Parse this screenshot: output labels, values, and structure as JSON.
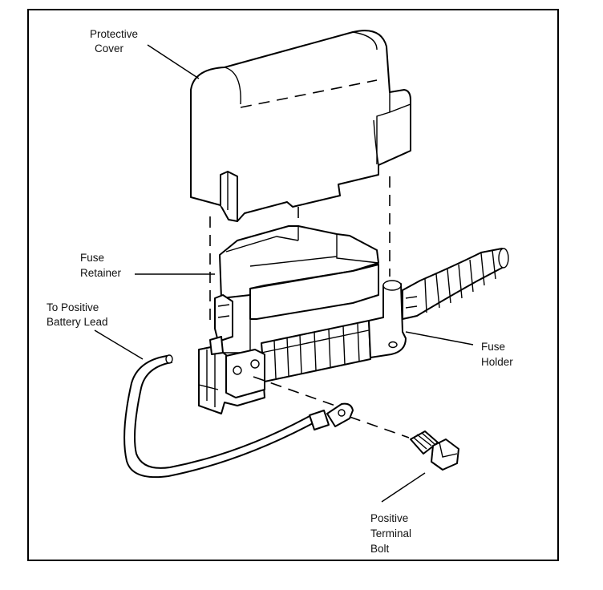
{
  "labels": {
    "protective_cover": [
      "Protective",
      "Cover"
    ],
    "fuse_retainer": [
      "Fuse",
      "Retainer"
    ],
    "battery_lead": [
      "To Positive",
      "Battery Lead"
    ],
    "fuse_holder": [
      "Fuse",
      "Holder"
    ],
    "terminal_bolt": [
      "Positive",
      "Terminal",
      "Bolt"
    ]
  }
}
